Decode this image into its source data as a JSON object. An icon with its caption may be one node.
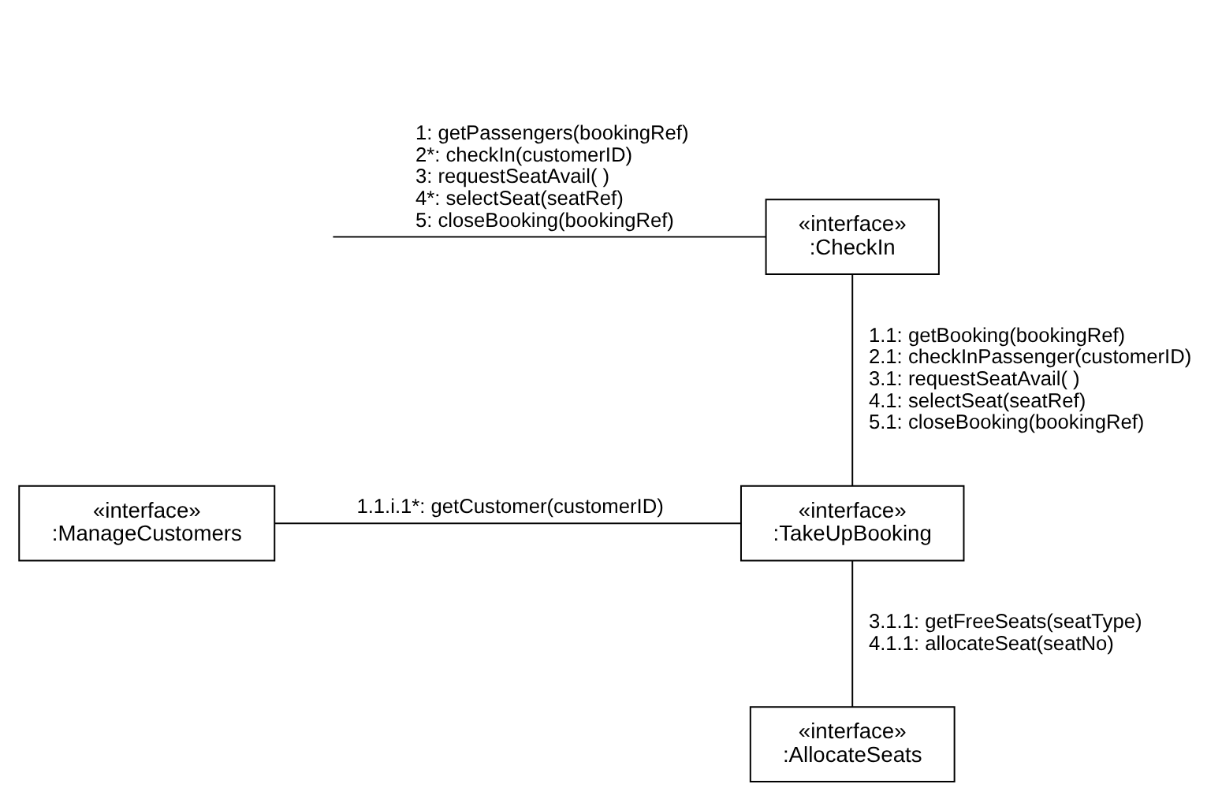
{
  "diagram": {
    "nodes": [
      {
        "text": [
          "«interface»",
          ":CheckIn"
        ]
      },
      {
        "text": [
          "«interface»",
          ":ManageCustomers"
        ]
      },
      {
        "text": [
          "«interface»",
          ":TakeUpBooking"
        ]
      },
      {
        "text": [
          "«interface»",
          ":AllocateSeats"
        ]
      }
    ],
    "edges": [
      {
        "from": null,
        "to": 0,
        "arrow": "none",
        "label": [
          "1: getPassengers(bookingRef)",
          "2*: checkIn(customerID)",
          "3: requestSeatAvail( )",
          "4*: selectSeat(seatRef)",
          "5: closeBooking(bookingRef)"
        ]
      },
      {
        "from": 0,
        "to": 2,
        "arrow": "none",
        "label": [
          "1.1: getBooking(bookingRef)",
          "2.1: checkInPassenger(customerID)",
          "3.1: requestSeatAvail( )",
          "4.1: selectSeat(seatRef)",
          "5.1: closeBooking(bookingRef)"
        ]
      },
      {
        "from": 2,
        "to": 1,
        "arrow": "none",
        "label": [
          "1.1.i.1*: getCustomer(customerID)"
        ]
      },
      {
        "from": 2,
        "to": 3,
        "arrow": "none",
        "label": [
          "3.1.1: getFreeSeats(seatType)",
          "4.1.1: allocateSeat(seatNo)"
        ]
      }
    ]
  }
}
